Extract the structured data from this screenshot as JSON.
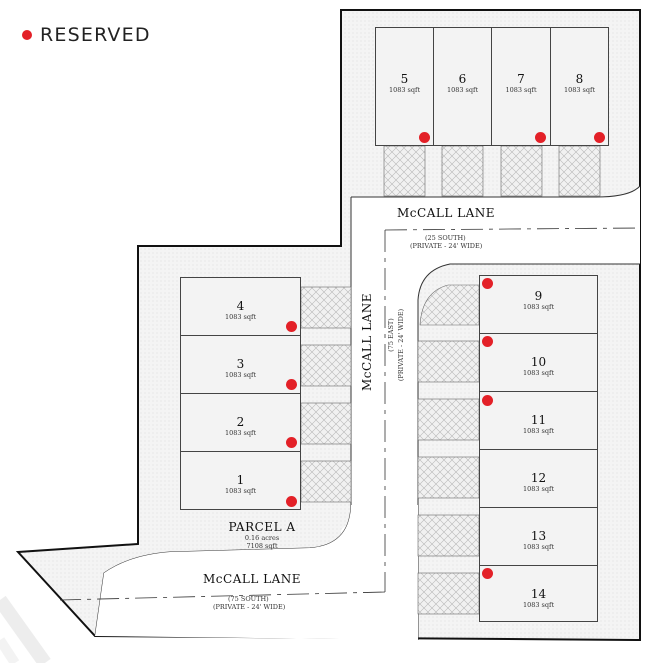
{
  "legend": {
    "label": "RESERVED",
    "color": "#e32027"
  },
  "lots": [
    {
      "id": "lot-1",
      "number": "1",
      "area": "1083 sqft",
      "reserved": true
    },
    {
      "id": "lot-2",
      "number": "2",
      "area": "1083 sqft",
      "reserved": true
    },
    {
      "id": "lot-3",
      "number": "3",
      "area": "1083 sqft",
      "reserved": true
    },
    {
      "id": "lot-4",
      "number": "4",
      "area": "1083 sqft",
      "reserved": true
    },
    {
      "id": "lot-5",
      "number": "5",
      "area": "1083 sqft",
      "reserved": true
    },
    {
      "id": "lot-6",
      "number": "6",
      "area": "1083 sqft",
      "reserved": false
    },
    {
      "id": "lot-7",
      "number": "7",
      "area": "1083 sqft",
      "reserved": true
    },
    {
      "id": "lot-8",
      "number": "8",
      "area": "1083 sqft",
      "reserved": true
    },
    {
      "id": "lot-9",
      "number": "9",
      "area": "1083 sqft",
      "reserved": true
    },
    {
      "id": "lot-10",
      "number": "10",
      "area": "1083 sqft",
      "reserved": true
    },
    {
      "id": "lot-11",
      "number": "11",
      "area": "1083 sqft",
      "reserved": true
    },
    {
      "id": "lot-12",
      "number": "12",
      "area": "1083 sqft",
      "reserved": false
    },
    {
      "id": "lot-13",
      "number": "13",
      "area": "1083 sqft",
      "reserved": false
    },
    {
      "id": "lot-14",
      "number": "14",
      "area": "1083 sqft",
      "reserved": true
    }
  ],
  "parcel": {
    "name": "PARCEL A",
    "acres": "0.16 acres",
    "sqft": "7108 sqft"
  },
  "streets": {
    "north": {
      "name": "McCALL LANE",
      "address": "(25 SOUTH)",
      "note": "(PRIVATE - 24' WIDE)"
    },
    "vertical": {
      "name": "McCALL LANE",
      "address": "(75 EAST)",
      "note": "(PRIVATE - 24' WIDE)"
    },
    "south": {
      "name": "McCALL LANE",
      "address": "(75 SOUTH)",
      "note": "(PRIVATE - 24' WIDE)"
    }
  },
  "colors": {
    "reserved": "#e32027",
    "lot_fill": "#f3f3f3",
    "line": "#111111"
  }
}
